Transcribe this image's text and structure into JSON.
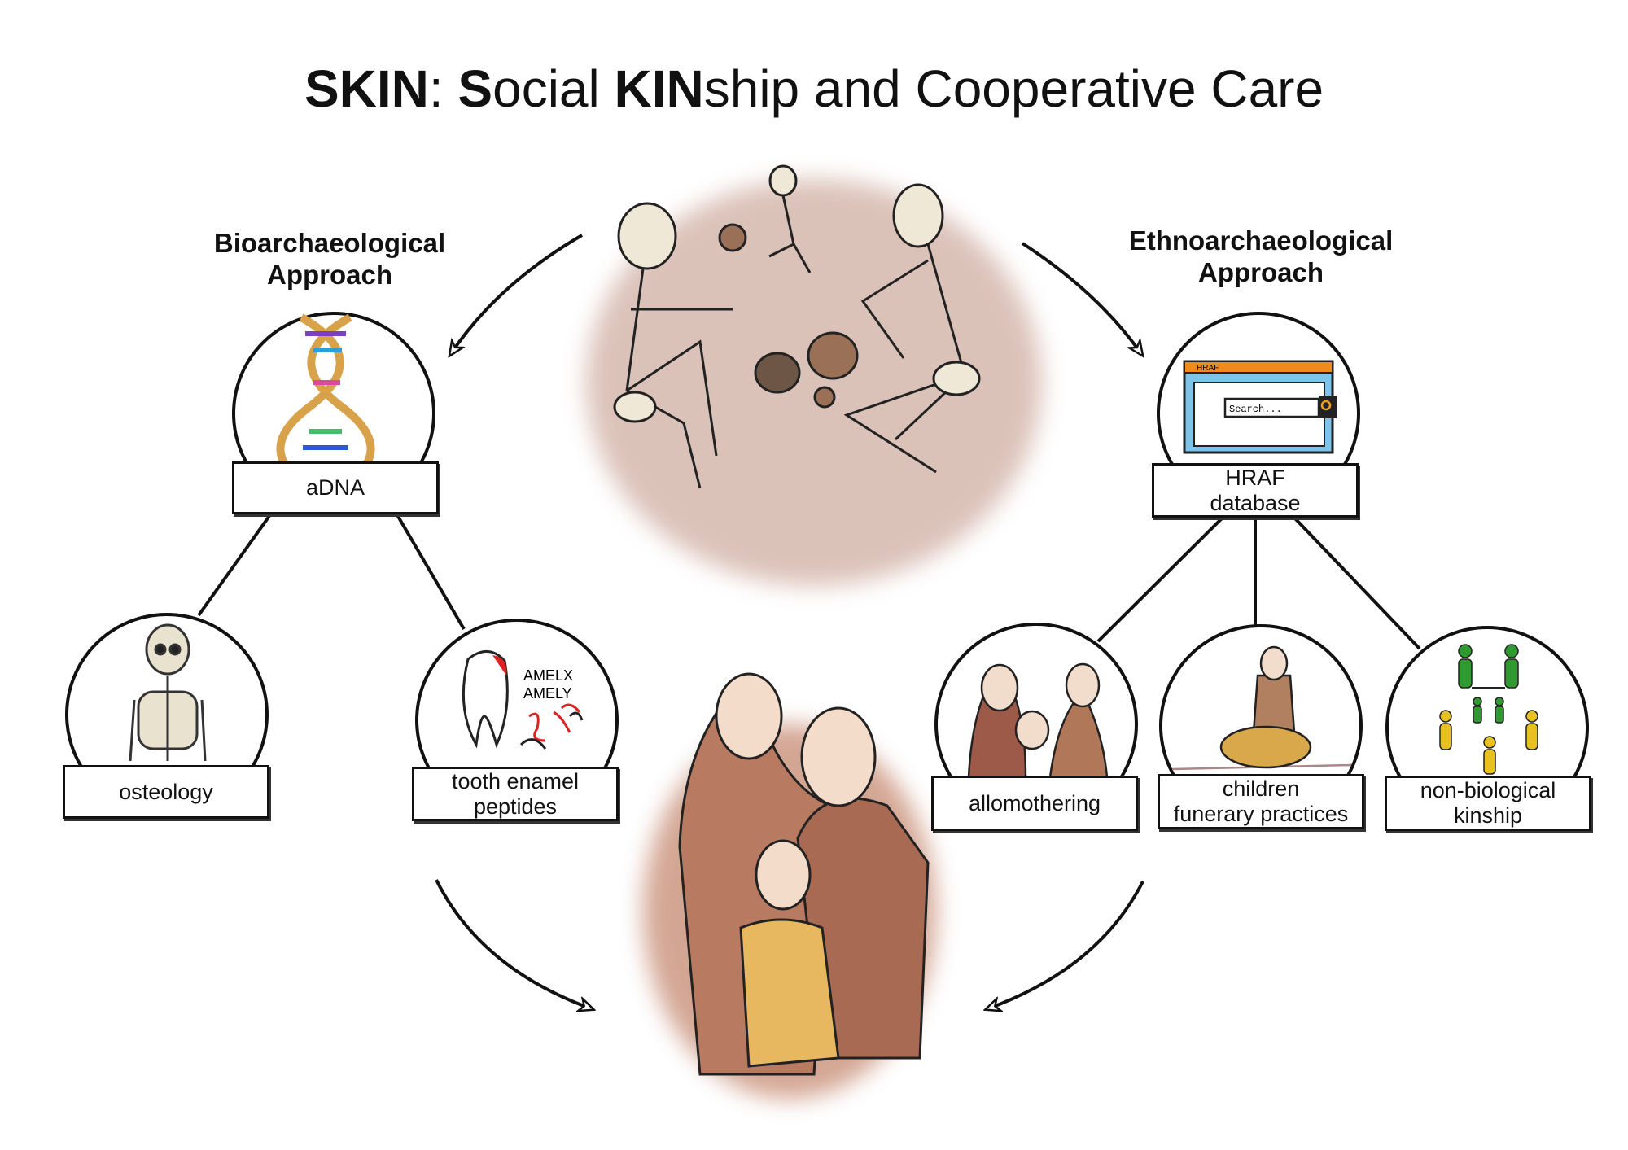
{
  "title": {
    "part1": "SKIN",
    "part2": ": ",
    "part3": "S",
    "part4": "ocial ",
    "part5": "KIN",
    "part6": "ship and Cooperative Care"
  },
  "left_branch": {
    "heading_line1": "Bioarchaeological",
    "heading_line2": "Approach",
    "root": {
      "label": "aDNA",
      "icon": "dna-helix-icon"
    },
    "children": [
      {
        "label": "osteology",
        "icon": "skeleton-icon"
      },
      {
        "label_line1": "tooth enamel",
        "label_line2": "peptides",
        "icon": "tooth-icon",
        "icon_text1": "AMELX",
        "icon_text2": "AMELY"
      }
    ]
  },
  "right_branch": {
    "heading_line1": "Ethnoarchaeological",
    "heading_line2": "Approach",
    "root": {
      "label_line1": "HRAF",
      "label_line2": "database",
      "icon": "database-window-icon",
      "window_title": "HRAF",
      "search_placeholder": "Search..."
    },
    "children": [
      {
        "label": "allomothering",
        "icon": "family-care-icon"
      },
      {
        "label_line1": "children",
        "label_line2": "funerary practices",
        "icon": "burial-icon"
      },
      {
        "label_line1": "non-biological",
        "label_line2": "kinship",
        "icon": "kinship-people-icon"
      }
    ]
  },
  "colors": {
    "stroke": "#111111",
    "blob": "#d8bcb2",
    "family": "#b7765a",
    "child": "#e8b860",
    "green": "#2f9a2f",
    "yellow": "#e8c020",
    "window_orange": "#f08a1c",
    "window_blue": "#7ec3ea"
  }
}
